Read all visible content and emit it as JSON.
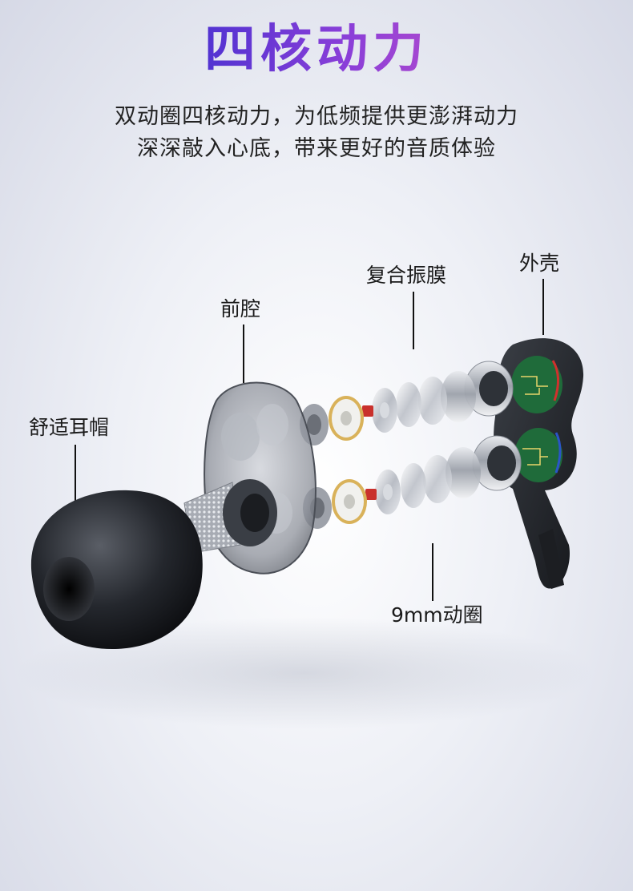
{
  "heading": {
    "title": "四核动力",
    "line1": "双动圈四核动力，为低频提供更澎湃动力",
    "line2": "深深敲入心底，带来更好的音质体验"
  },
  "labels": {
    "shell": "外壳",
    "diaphragm": "复合振膜",
    "front_cavity": "前腔",
    "ear_tip": "舒适耳帽",
    "driver": "9mm动圈"
  },
  "colors": {
    "title_start": "#3f2fcf",
    "title_end": "#c24fc9",
    "earbud_body": "#2a2d33",
    "pcb_green": "#1f6b3a"
  }
}
